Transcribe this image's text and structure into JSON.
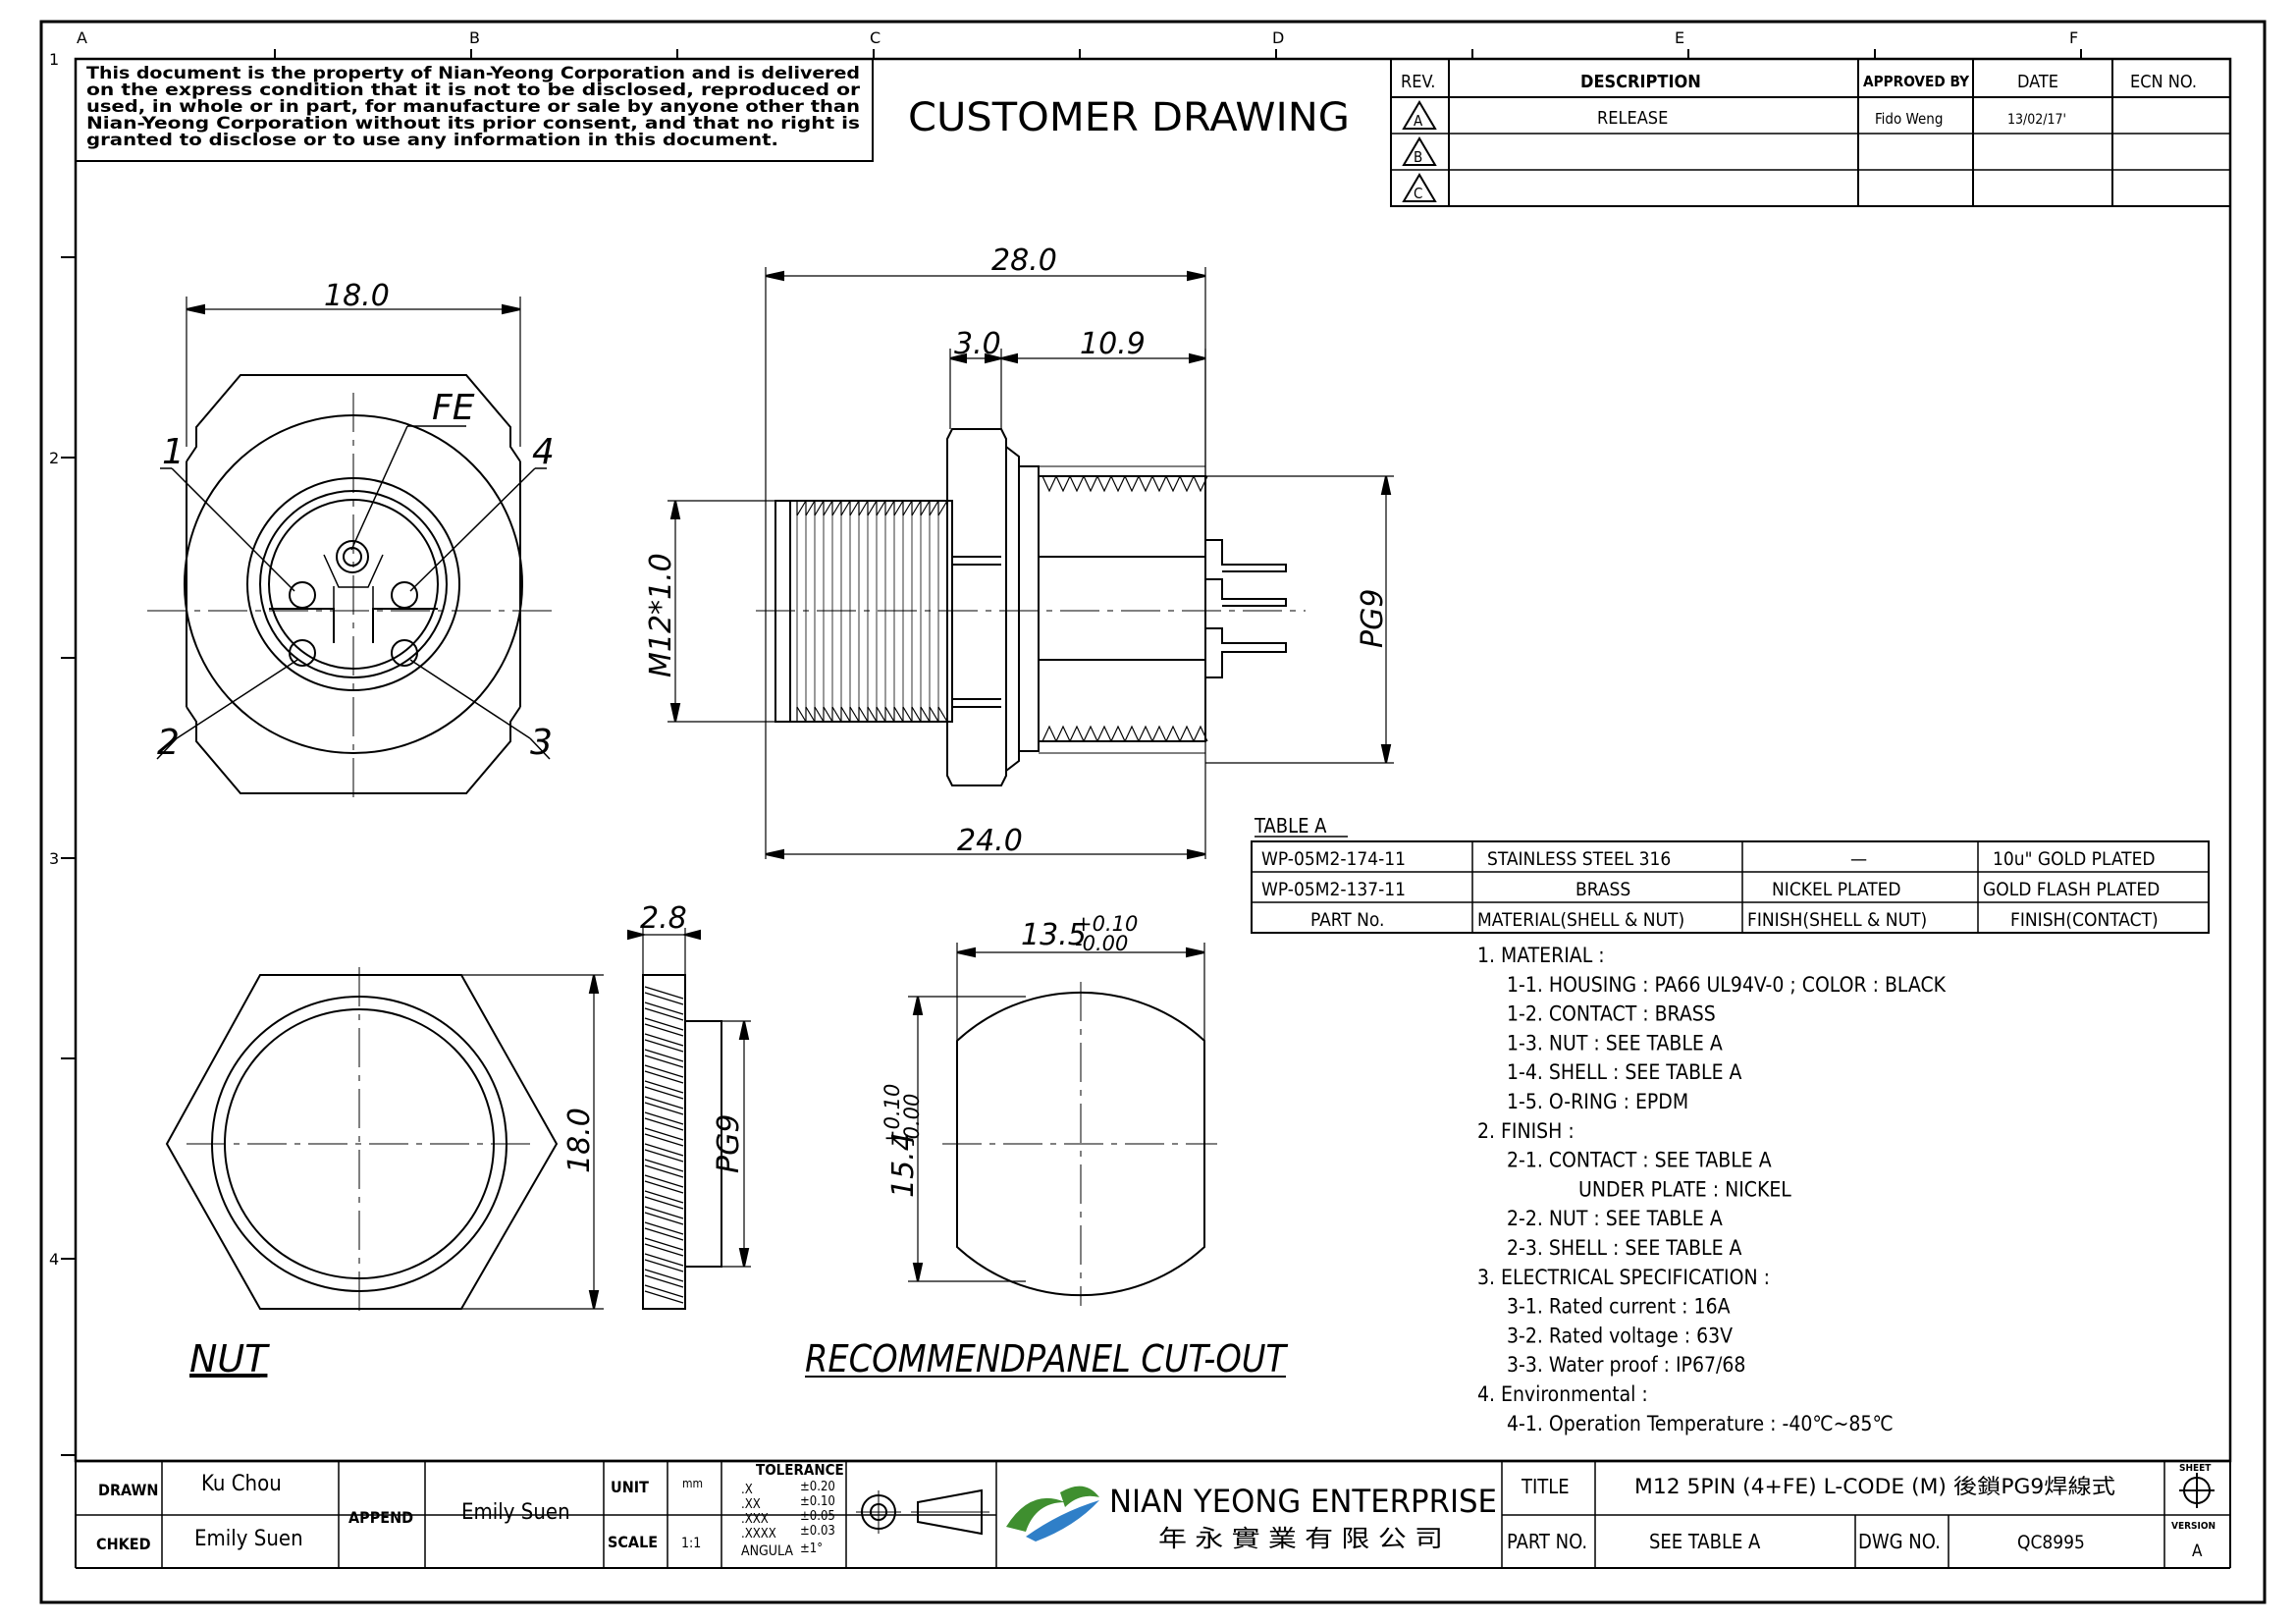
{
  "grid": {
    "cols": [
      "A",
      "B",
      "C",
      "D",
      "E",
      "F"
    ],
    "rows": [
      "1",
      "2",
      "3",
      "4"
    ]
  },
  "notice": {
    "lines": [
      "This document is the property of Nian-Yeong Corporation and is delivered",
      "on  the  express condition that it is not to be disclosed, reproduced or",
      "used, in whole or in part, for manufacture or sale by anyone other than",
      "Nian-Yeong Corporation without  its prior consent, and that  no right  is",
      "granted to disclose or to use any information in this  document."
    ]
  },
  "drawing_title": "CUSTOMER  DRAWING",
  "revision_table": {
    "headers": [
      "REV.",
      "DESCRIPTION",
      "APPROVED BY",
      "DATE",
      "ECN NO."
    ],
    "rows": [
      {
        "rev": "A",
        "description": "RELEASE",
        "approved": "Fido Weng",
        "date": "13/02/17'",
        "ecn": ""
      },
      {
        "rev": "B",
        "description": "",
        "approved": "",
        "date": "",
        "ecn": ""
      },
      {
        "rev": "C",
        "description": "",
        "approved": "",
        "date": "",
        "ecn": ""
      }
    ]
  },
  "front_view": {
    "dim_width": "18.0",
    "pin_labels": {
      "fe": "FE",
      "p1": "1",
      "p2": "2",
      "p3": "3",
      "p4": "4"
    }
  },
  "side_view": {
    "dim_overall": "28.0",
    "dim_a": "3.0",
    "dim_b": "10.9",
    "dim_bottom": "24.0",
    "thread_left": "M12*1.0",
    "thread_right": "PG9"
  },
  "nut_view": {
    "dim_height": "18.0",
    "dim_thick": "2.8",
    "thread": "PG9",
    "caption": "NUT"
  },
  "cutout_view": {
    "dim_width": "13.5",
    "tol_w_plus": "+0.10",
    "tol_w_minus": "-0.00",
    "dim_height": "15.4",
    "tol_h_plus": "+0.10",
    "tol_h_minus": "-0.00",
    "caption": "RECOMMENDPANEL  CUT-OUT"
  },
  "table_a": {
    "title": "TABLE  A",
    "rows": [
      [
        "WP-05M2-174-11",
        "STAINLESS  STEEL  316",
        "—",
        "10u\"  GOLD  PLATED"
      ],
      [
        "WP-05M2-137-11",
        "BRASS",
        "NICKEL  PLATED",
        "GOLD  FLASH  PLATED"
      ],
      [
        "PART  No.",
        "MATERIAL(SHELL  &  NUT)",
        "FINISH(SHELL  &  NUT)",
        "FINISH(CONTACT)"
      ]
    ]
  },
  "notes": [
    {
      "indent": 0,
      "text": "1.  MATERIAL  :"
    },
    {
      "indent": 1,
      "text": "1-1.  HOUSING  :  PA66  UL94V-0  ;  COLOR  :  BLACK"
    },
    {
      "indent": 1,
      "text": "1-2.  CONTACT  :  BRASS"
    },
    {
      "indent": 1,
      "text": "1-3.  NUT  :  SEE  TABLE  A"
    },
    {
      "indent": 1,
      "text": "1-4.  SHELL  :  SEE  TABLE  A"
    },
    {
      "indent": 1,
      "text": "1-5.  O-RING  :  EPDM"
    },
    {
      "indent": 0,
      "text": "2.  FINISH  :"
    },
    {
      "indent": 1,
      "text": "2-1.  CONTACT  :  SEE  TABLE  A"
    },
    {
      "indent": 2,
      "text": "UNDER  PLATE  :  NICKEL"
    },
    {
      "indent": 1,
      "text": "2-2.  NUT  :  SEE  TABLE  A"
    },
    {
      "indent": 1,
      "text": "2-3.  SHELL  :  SEE  TABLE  A"
    },
    {
      "indent": 0,
      "text": "3.  ELECTRICAL  SPECIFICATION  :"
    },
    {
      "indent": 1,
      "text": "3-1.  Rated  current  :  16A"
    },
    {
      "indent": 1,
      "text": "3-2.  Rated  voltage  :  63V"
    },
    {
      "indent": 1,
      "text": "3-3.  Water  proof  :  IP67/68"
    },
    {
      "indent": 0,
      "text": "4.  Environmental  :"
    },
    {
      "indent": 1,
      "text": "4-1.  Operation  Temperature  :  -40℃~85℃"
    }
  ],
  "title_block": {
    "drawn_label": "DRAWN",
    "drawn": "Ku Chou",
    "chkd_label": "CHKED",
    "chkd": "Emily Suen",
    "append_label": "APPEND",
    "append": "Emily Suen",
    "unit_label": "UNIT",
    "unit": "mm",
    "scale_label": "SCALE",
    "scale": "1:1",
    "tolerance_label": "TOLERANCE",
    "tolerances": [
      [
        ".X",
        "±0.20"
      ],
      [
        ".XX",
        "±0.10"
      ],
      [
        ".XXX",
        "±0.05"
      ],
      [
        ".XXXX",
        "±0.03"
      ],
      [
        "ANGULA",
        "±1°"
      ]
    ],
    "company": "NIAN YEONG ENTERPRISE",
    "company_cn": "年 永 實 業 有 限 公 司",
    "title_label": "TITLE",
    "title": "M12  5PIN  (4+FE)  L-CODE  (M)  後鎖PG9焊線式",
    "part_label": "PART NO.",
    "part": "SEE  TABLE  A",
    "dwg_label": "DWG NO.",
    "dwg": "QC8995",
    "sheet_label": "SHEET",
    "version_label": "VERSION",
    "version": "A"
  }
}
